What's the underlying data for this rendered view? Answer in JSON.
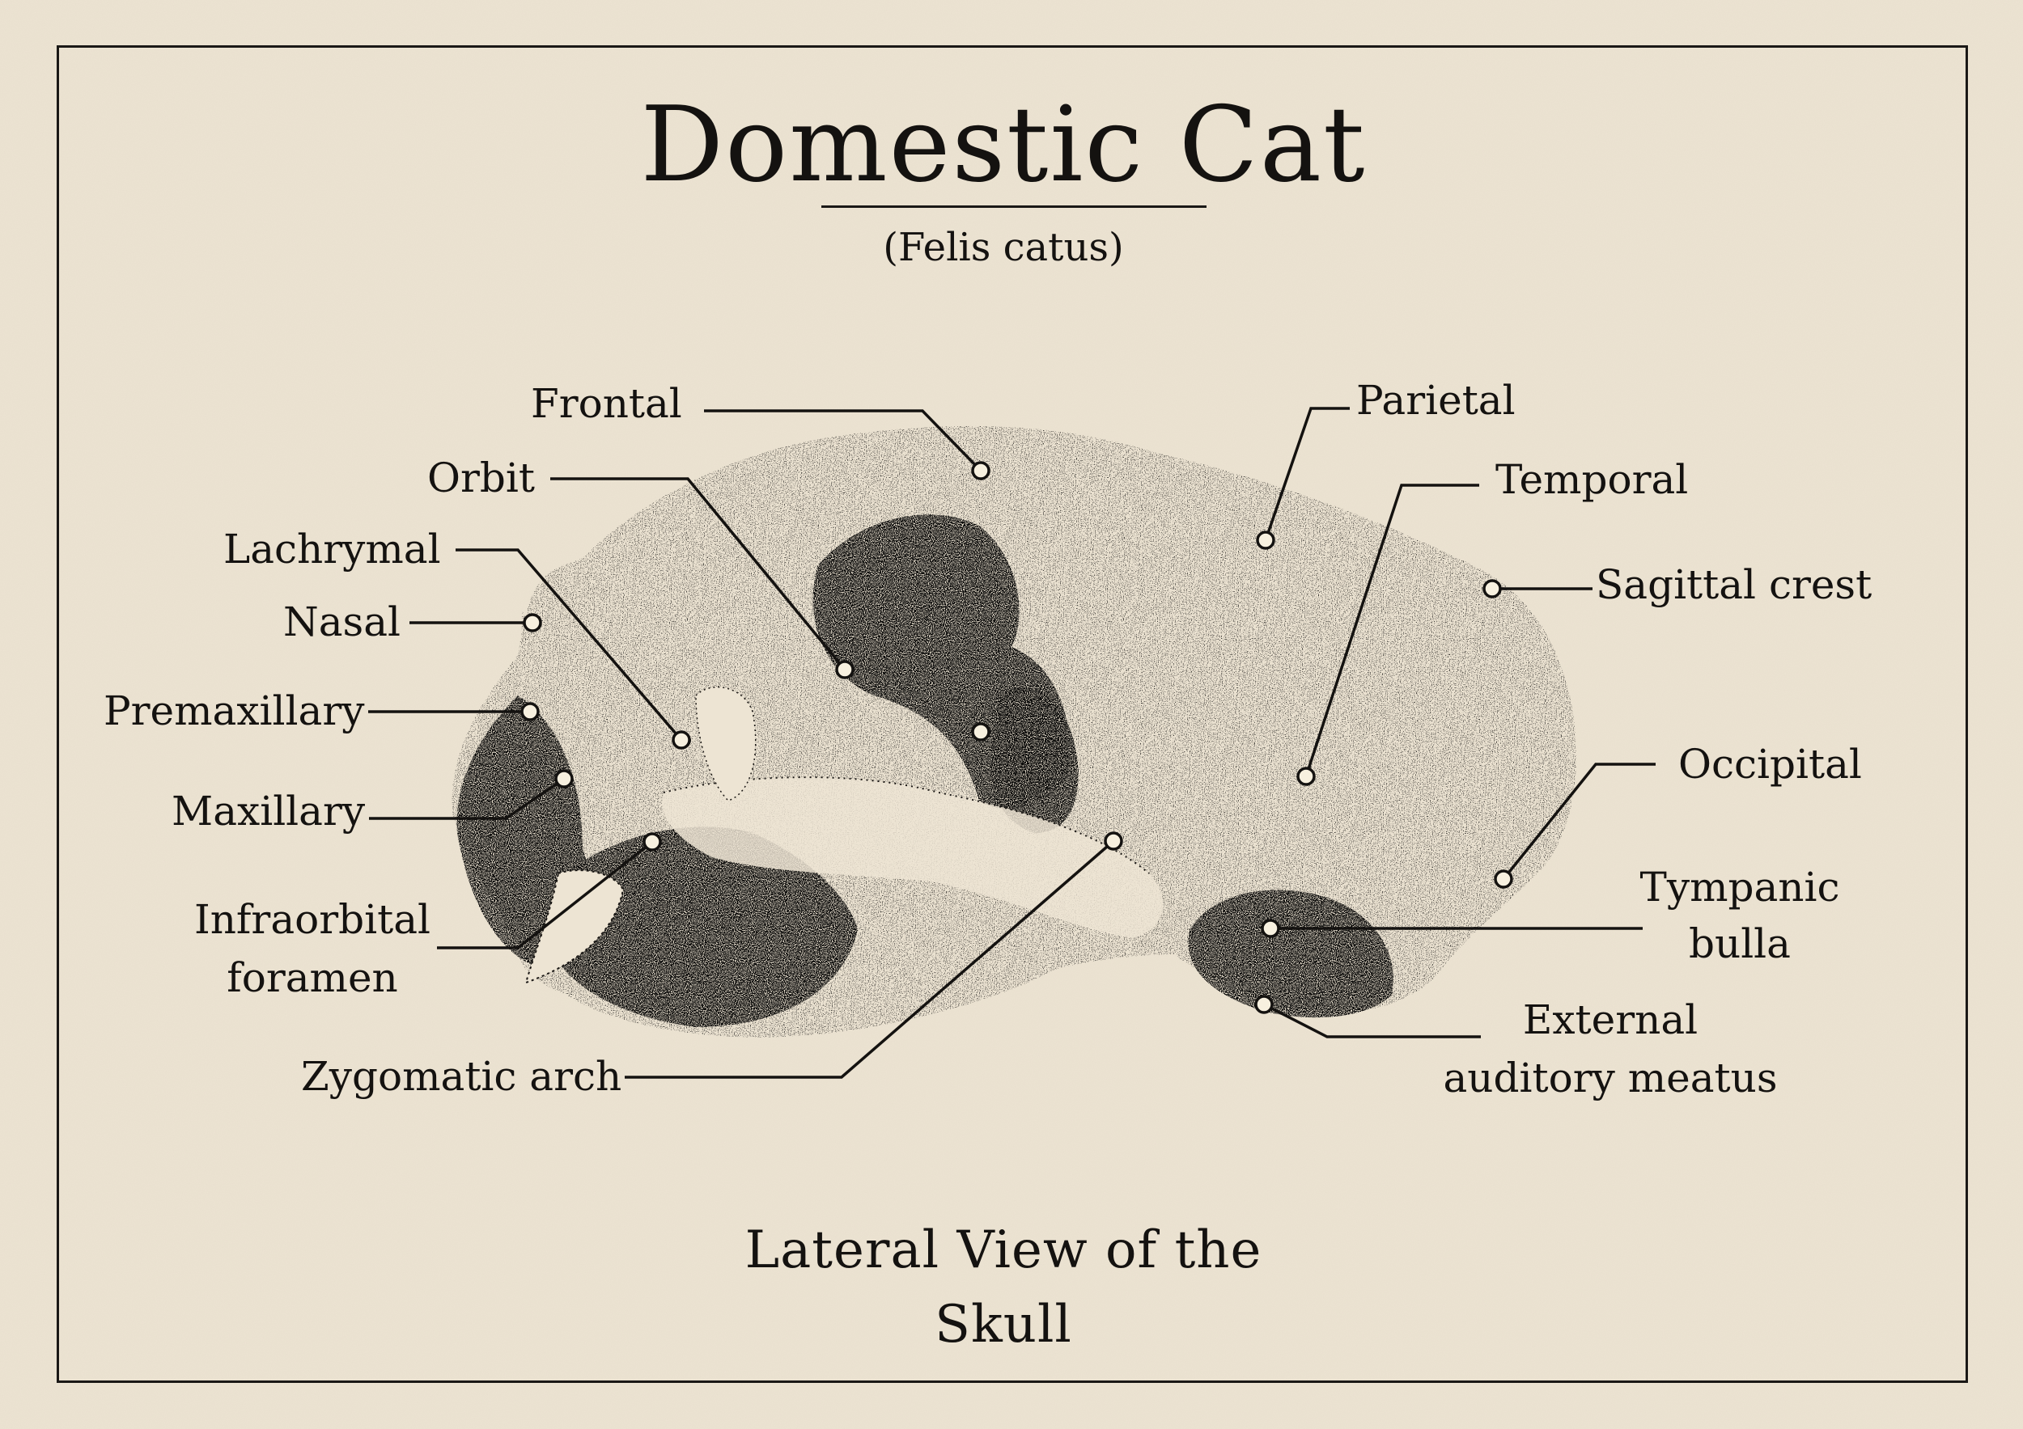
{
  "title": "Domestic Cat",
  "subtitle": "(Felis catus)",
  "caption": {
    "line1": "Lateral View of the",
    "line2": "Skull"
  },
  "labels": {
    "frontal": "Frontal",
    "orbit": "Orbit",
    "lachrymal": "Lachrymal",
    "nasal": "Nasal",
    "premaxillary": "Premaxillary",
    "maxillary": "Maxillary",
    "infraorbital_foramen_1": "Infraorbital",
    "infraorbital_foramen_2": "foramen",
    "zygomatic_arch": "Zygomatic arch",
    "parietal": "Parietal",
    "temporal": "Temporal",
    "sagittal_crest": "Sagittal crest",
    "occipital": "Occipital",
    "tympanic_bulla_1": "Tympanic",
    "tympanic_bulla_2": "bulla",
    "external_auditory_meatus_1": "External",
    "external_auditory_meatus_2": "auditory meatus"
  },
  "colors": {
    "paper": "#ede4d3",
    "ink": "#141210",
    "marker_fill": "#f7f0df"
  }
}
